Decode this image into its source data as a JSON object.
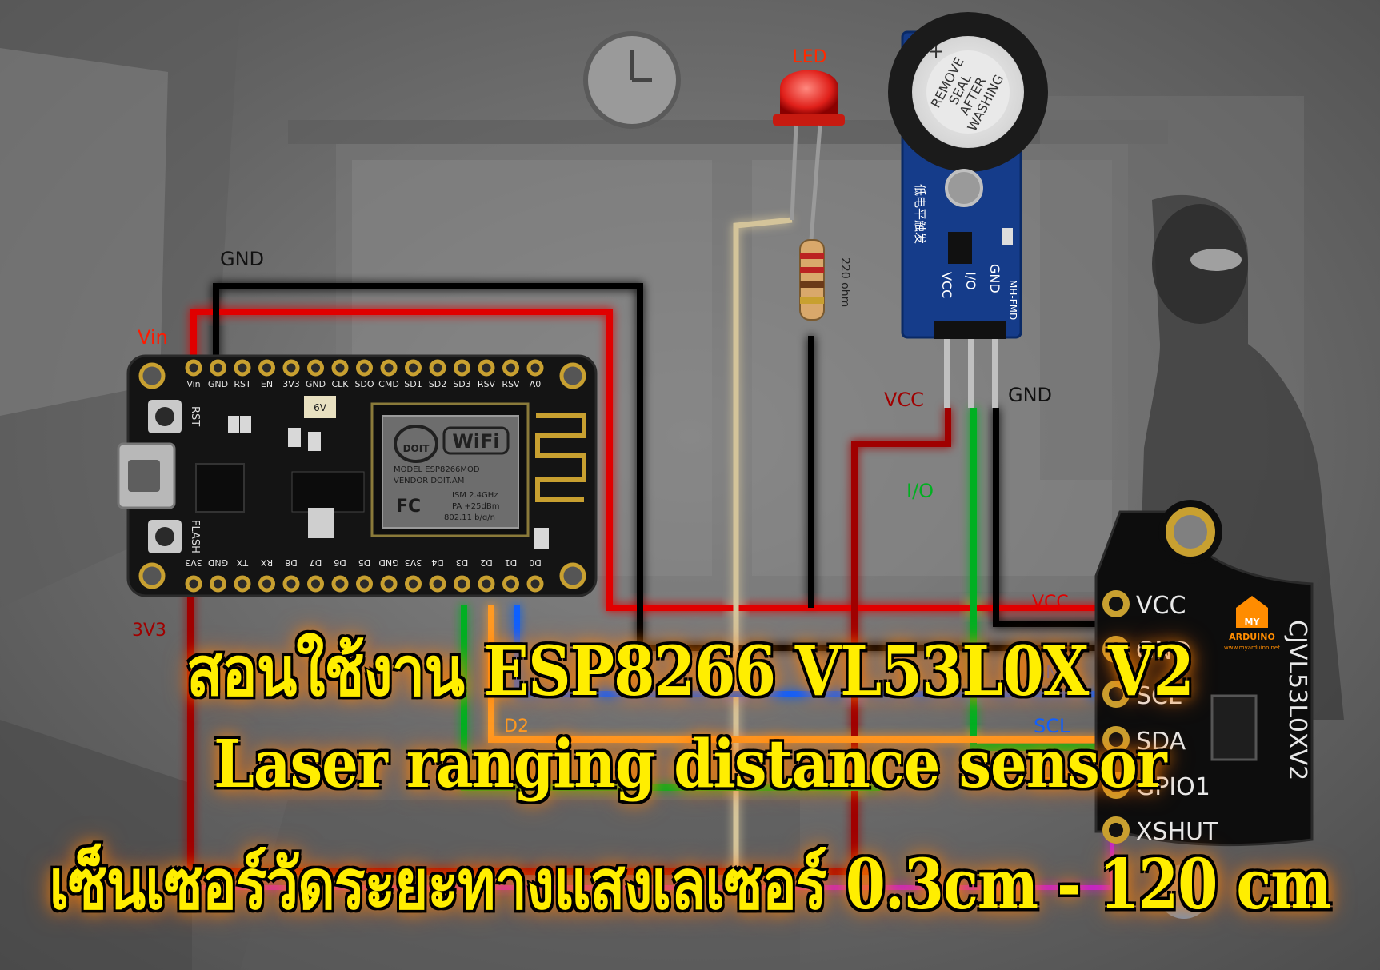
{
  "colors": {
    "vin": "#e00000",
    "gnd": "#000000",
    "v3": "#a00000",
    "io": "#00b020",
    "scl": "#1060ff",
    "sda": "#ff9a20",
    "d2": "#ff9a20",
    "led": "#d4c49a",
    "title": "#ffee00"
  },
  "wire_labels": {
    "gnd_top": "GND",
    "vin": "Vin",
    "v3": "3V3",
    "led": "LED",
    "resistor": "220 ohm",
    "buzzer_vcc": "VCC",
    "buzzer_gnd": "GND",
    "buzzer_io": "I/O",
    "scl": "SCL",
    "sda": "SDA",
    "d2": "D2",
    "vcc_edge": "VCC",
    "gnd_edge": "GND"
  },
  "nodemcu": {
    "top_pins": [
      "Vin",
      "GND",
      "RST",
      "EN",
      "3V3",
      "GND",
      "CLK",
      "SDO",
      "CMD",
      "SD1",
      "SD2",
      "SD3",
      "RSV",
      "RSV",
      "A0"
    ],
    "bottom_pins": [
      "3V3",
      "GND",
      "TX",
      "RX",
      "D8",
      "D7",
      "D6",
      "D5",
      "GND",
      "3V3",
      "D4",
      "D3",
      "D2",
      "D1",
      "D0"
    ],
    "btn_rst": "RST",
    "btn_flash": "FLASH",
    "regulator": "6V",
    "module_logo": "WiFi",
    "module_lines": [
      "MODEL     ESP8266MOD",
      "VENDOR    DOIT.AM",
      "ISM  2.4GHz",
      "PA  +25dBm",
      "802.11 b/g/n"
    ],
    "doit": "DOIT",
    "fc": "FC"
  },
  "buzzer": {
    "seal_lines": [
      "REMOVE",
      "SEAL",
      "AFTER",
      "WASHING"
    ],
    "plus": "+",
    "chinese": "低电平触发",
    "model": "MH-FMD",
    "pins": [
      "VCC",
      "I/O",
      "GND"
    ]
  },
  "sensor": {
    "pins": [
      "VCC",
      "GND",
      "SCL",
      "SDA",
      "GPIO1",
      "XSHUT"
    ],
    "name": "CJVL53L0XV2",
    "brand": "ARDUINO",
    "brand_sub": "www.myarduino.net",
    "my": "MY"
  },
  "title": {
    "line1": "สอนใช้งาน ESP8266 VL53L0X V2",
    "line2": "Laser ranging distance sensor",
    "line3": "เซ็นเซอร์วัดระยะทางแสงเลเซอร์ 0.3cm - 120 cm"
  }
}
